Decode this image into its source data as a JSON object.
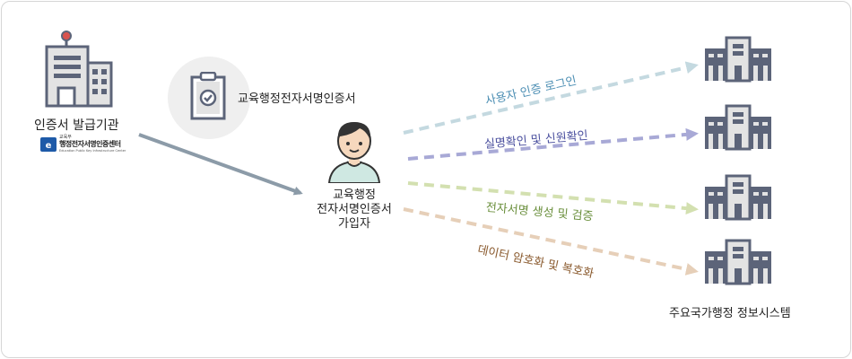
{
  "issuer": {
    "label": "인증서 발급기관",
    "logo_text": "행정전자서명인증센터",
    "logo_subtext": "Education Public Key Infrastructure Center",
    "logo_small": "교육부"
  },
  "certificate": {
    "label": "교육행정전자서명인증서"
  },
  "user": {
    "line1": "교육행정",
    "line2": "전자서명인증서",
    "line3": "가입자"
  },
  "arrows": [
    {
      "label": "사용자 인증 로그인",
      "color": "#4d8fb4"
    },
    {
      "label": "실명확인 및 신원확인",
      "color": "#4a4f9e"
    },
    {
      "label": "전자서명 생성 및 검증",
      "color": "#6a8f3c"
    },
    {
      "label": "데이터 암호화 및 복호화",
      "color": "#8a5a2e"
    }
  ],
  "systems": {
    "label": "주요국가행정 정보시스템"
  },
  "colors": {
    "building_dark": "#5c6479",
    "building_light": "#e3e3e3",
    "line_issuer": "#8c9ba8",
    "line_1": "#c4d9e0",
    "line_2": "#a8a9d6",
    "line_3": "#d3e0b0",
    "line_4": "#e6cfb8"
  }
}
